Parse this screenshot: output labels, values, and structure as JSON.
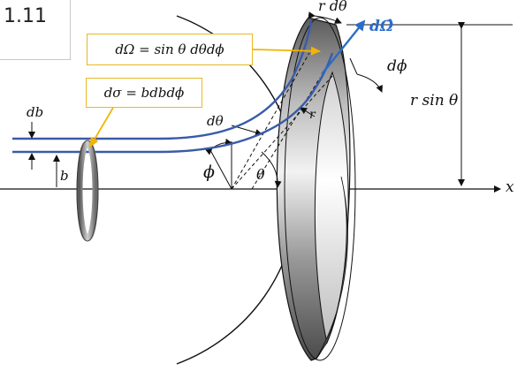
{
  "slide_number": "1.11",
  "solid_angle_label": "dΩ = sin θ dθdϕ",
  "cross_section_label": "dσ = bdbdϕ",
  "labels": {
    "r_dtheta": "r dθ",
    "dOmega_vec": "dΩ̂",
    "dphi_right": "dϕ",
    "r_sin_theta": "r sin θ",
    "x_axis": "x",
    "db": "db",
    "b": "b",
    "dtheta": "dθ",
    "r": "r",
    "phi": "ϕ",
    "theta": "θ"
  },
  "colors": {
    "beam": "#3a5ba8",
    "callout_border": "#e8b923",
    "callout_arrow": "#f2b400",
    "vector_label": "#2a6cc8"
  }
}
